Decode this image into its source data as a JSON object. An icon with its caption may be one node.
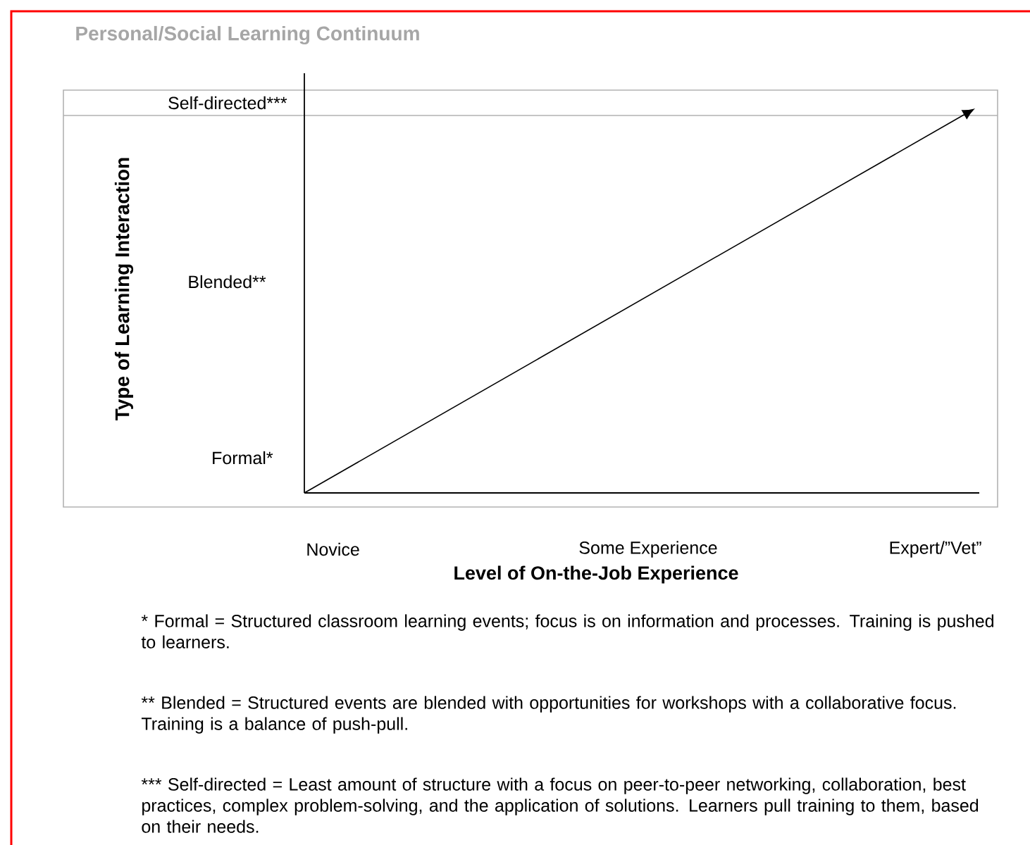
{
  "diagram": {
    "title": "Personal/Social Learning Continuum",
    "labels": [
      "Self-directed***",
      "Type of Learning Interaction",
      "Blended**",
      "Formal*",
      "Novice",
      "Some Experience",
      "Expert/”Vet”",
      "Level of On-the-Job Experience",
      "* Formal = Structured classroom learning events; focus is on information and processes. Training is pushed to learners.",
      "** Blended = Structured events are blended with opportunities for workshops with a collaborative focus. Training is a balance of push-pull.",
      "*** Self-directed = Least amount of structure with a focus on peer-to-peer networking, collaboration, best practices, complex problem-solving, and the application of solutions. Learners pull training to them, based on their needs."
    ]
  }
}
